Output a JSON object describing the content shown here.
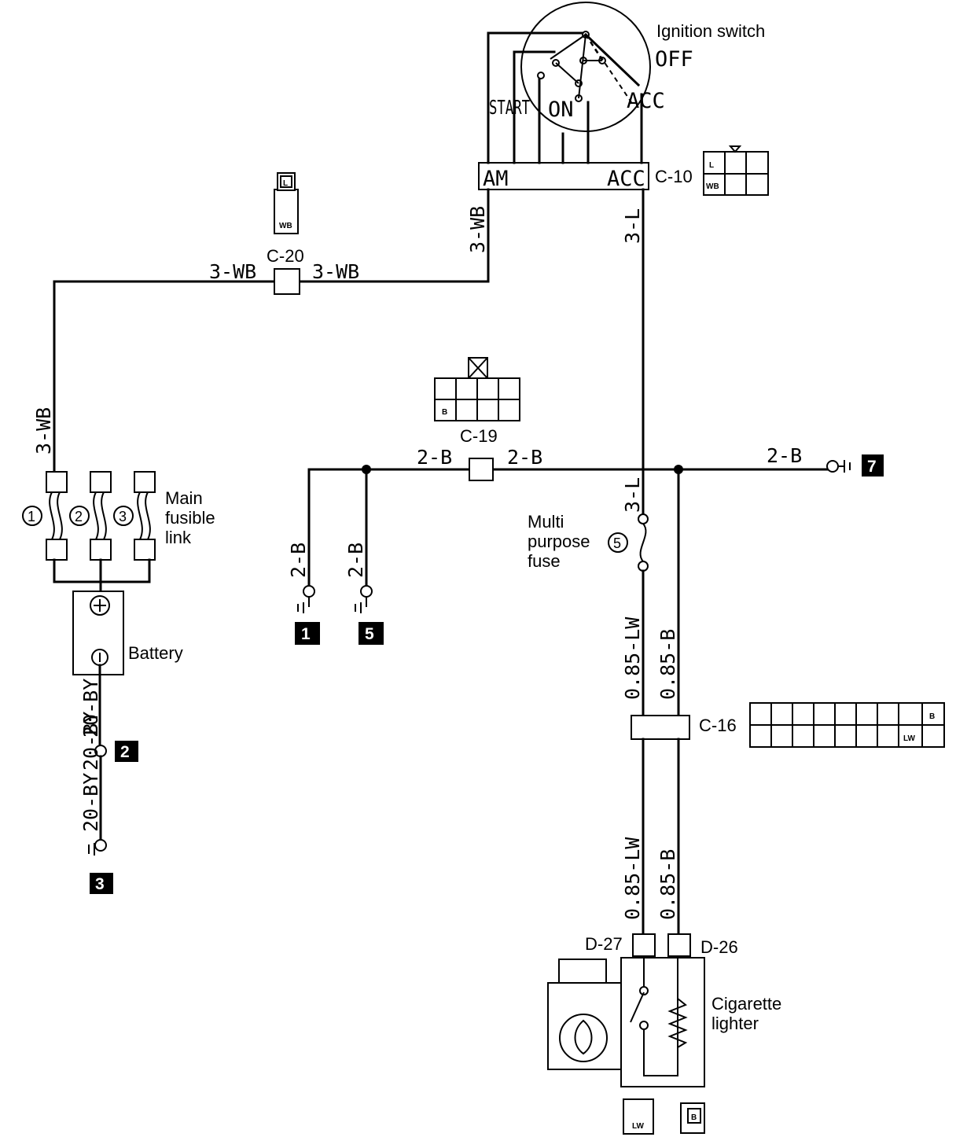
{
  "ignition": {
    "title": "Ignition switch",
    "off": "OFF",
    "start": "START",
    "on": "ON",
    "acc": "ACC",
    "term_am": "AM",
    "term_acc": "ACC"
  },
  "connectors": {
    "c10": "C-10",
    "c20": "C-20",
    "c19": "C-19",
    "c16": "C-16",
    "d27": "D-27",
    "d26": "D-26"
  },
  "wires": {
    "wb_left": "3-WB",
    "wb_right": "3-WB",
    "wb_vertical": "3-WB",
    "wb_link": "3-WB",
    "l_top": "3-L",
    "l_fuse": "3-L",
    "b_left": "2-B",
    "b_right": "2-B",
    "b_ground7": "2-B",
    "b_ground1": "2-B",
    "b_ground5": "2-B",
    "lw_upper": "0.85-LW",
    "b_upper": "0.85-B",
    "lw_lower": "0.85-LW",
    "b_lower": "0.85-B",
    "by_upper": "20-BY",
    "by_middle": "20-BY",
    "by_lower": "20-BY"
  },
  "components": {
    "main_fusible_link": [
      "Main",
      "fusible",
      "link"
    ],
    "battery": "Battery",
    "multi_purpose_fuse": [
      "Multi",
      "purpose",
      "fuse"
    ],
    "fuse_no": "5",
    "cigarette_lighter": [
      "Cigarette",
      "lighter"
    ],
    "link_numbers": [
      "1",
      "2",
      "3"
    ]
  },
  "ground_points": {
    "g1": "1",
    "g2": "2",
    "g3": "3",
    "g5": "5",
    "g7": "7"
  },
  "pin_labels": {
    "c20_top": "L",
    "c20_bottom": "WB",
    "c10_top": "L",
    "c10_bottom": "WB",
    "c19": "B",
    "c16_top": "B",
    "c16_bottom": "LW",
    "d27": "LW",
    "d26": "B"
  }
}
